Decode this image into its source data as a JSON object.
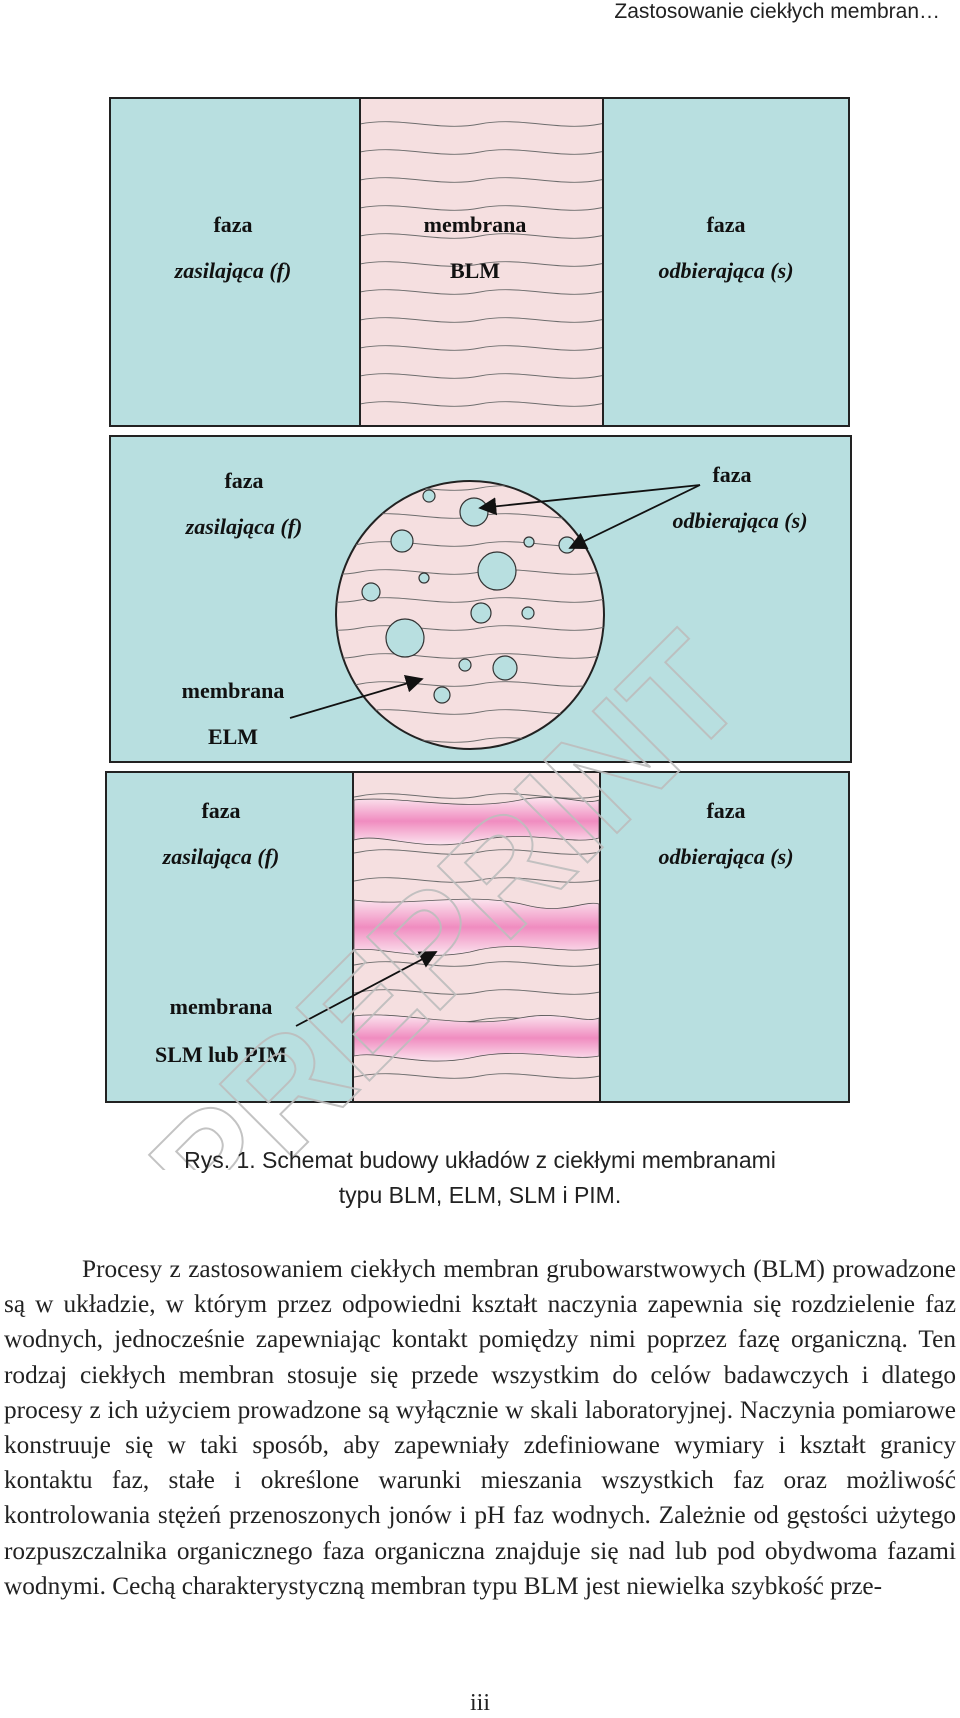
{
  "running_head": "Zastosowanie ciekłych membran…",
  "colors": {
    "aqueous_phase": "#b8dfe0",
    "membrane": "#f5dfe0",
    "carrier_band": "#f29cc8",
    "outline": "#222222"
  },
  "figure": {
    "blm": {
      "feed_title": "faza",
      "feed_sub": "zasilająca (f)",
      "membrane_title": "membrana",
      "membrane_sub": "BLM",
      "strip_title": "faza",
      "strip_sub": "odbierająca (s)"
    },
    "elm": {
      "feed_title": "faza",
      "feed_sub": "zasilająca (f)",
      "strip_title": "faza",
      "strip_sub": "odbierająca (s)",
      "membrane_title": "membrana",
      "membrane_sub": "ELM"
    },
    "slm": {
      "feed_title": "faza",
      "feed_sub": "zasilająca (f)",
      "strip_title": "faza",
      "strip_sub": "odbierająca (s)",
      "membrane_title": "membrana",
      "membrane_sub": "SLM lub PIM"
    },
    "watermark": "PREPRINT"
  },
  "caption": {
    "line1": "Rys. 1. Schemat budowy układów z ciekłymi membranami",
    "line2": "typu BLM, ELM, SLM i PIM."
  },
  "body": {
    "paragraph": "Procesy z zastosowaniem ciekłych membran grubowarstwowych (BLM) prowadzone są w układzie, w którym przez odpowiedni kształt naczynia zapewnia się rozdzielenie faz wodnych, jednocześnie zapewniając kontakt pomiędzy nimi poprzez fazę organiczną. Ten rodzaj ciekłych membran stosuje się przede wszystkim do celów badawczych i dlatego procesy z ich użyciem prowadzone są wyłącznie w skali laboratoryjnej. Naczynia pomiarowe konstruuje się w taki sposób, aby zapewniały zdefiniowane wymiary i kształt granicy kontaktu faz, stałe i określone warunki mieszania wszystkich faz oraz możliwość kontrolowania stężeń przenoszonych jonów i pH faz wodnych. Zależnie od gęstości użytego rozpuszczalnika organicznego faza organiczna znajduje się nad lub pod obydwoma fazami wodnymi. Cechą charakterystyczną membran typu BLM jest niewielka szybkość prze-"
  },
  "page_number": "iii"
}
